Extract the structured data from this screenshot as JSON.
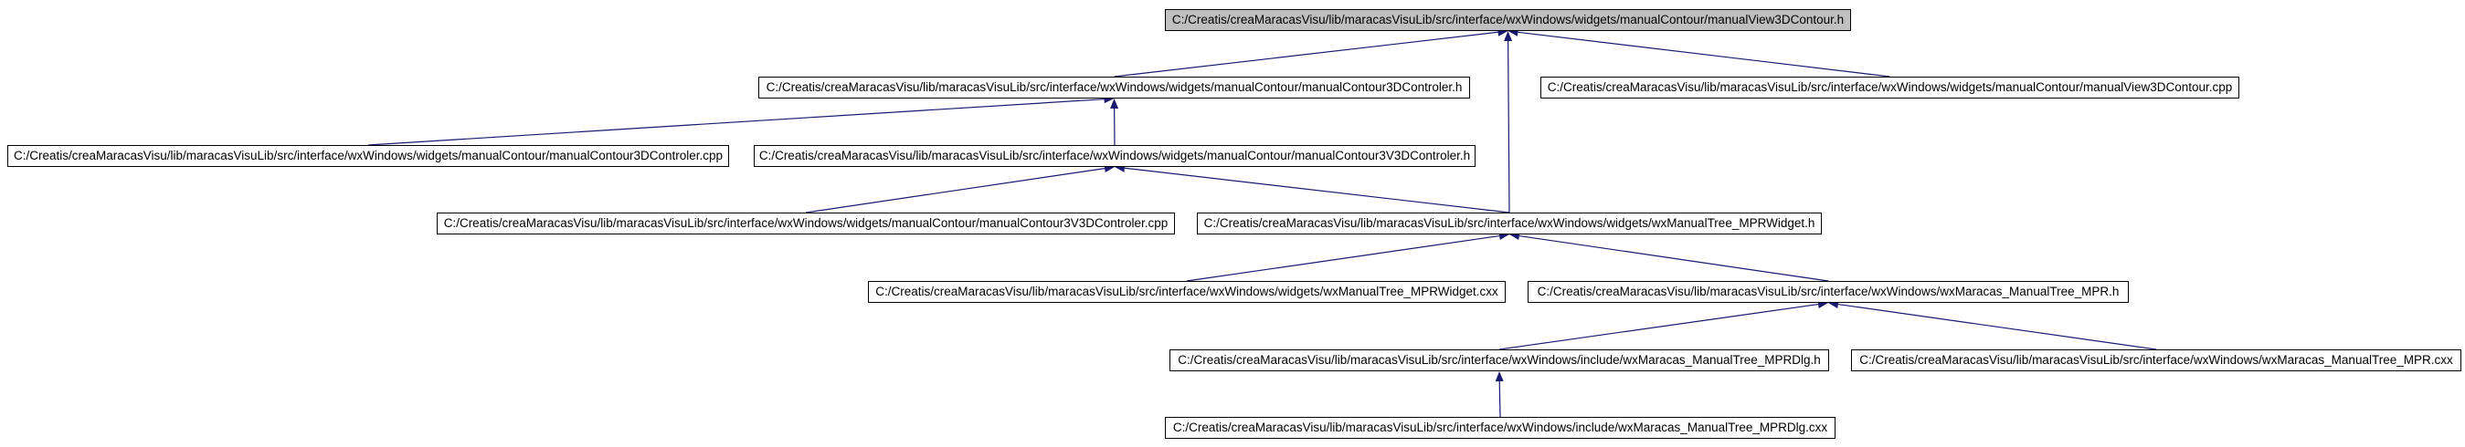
{
  "diagram": {
    "edge_color": "#191970",
    "nodes": [
      {
        "id": "n0",
        "label": "C:/Creatis/creaMaracasVisu/lib/maracasVisuLib/src/interface/wxWindows/widgets/manualContour/manualView3DContour.h",
        "highlighted": true
      },
      {
        "id": "n1",
        "label": "C:/Creatis/creaMaracasVisu/lib/maracasVisuLib/src/interface/wxWindows/widgets/manualContour/manualContour3DControler.h"
      },
      {
        "id": "n2",
        "label": "C:/Creatis/creaMaracasVisu/lib/maracasVisuLib/src/interface/wxWindows/widgets/manualContour/manualView3DContour.cpp"
      },
      {
        "id": "n3",
        "label": "C:/Creatis/creaMaracasVisu/lib/maracasVisuLib/src/interface/wxWindows/widgets/manualContour/manualContour3DControler.cpp"
      },
      {
        "id": "n4",
        "label": "C:/Creatis/creaMaracasVisu/lib/maracasVisuLib/src/interface/wxWindows/widgets/manualContour/manualContour3V3DControler.h"
      },
      {
        "id": "n5",
        "label": "C:/Creatis/creaMaracasVisu/lib/maracasVisuLib/src/interface/wxWindows/widgets/manualContour/manualContour3V3DControler.cpp"
      },
      {
        "id": "n6",
        "label": "C:/Creatis/creaMaracasVisu/lib/maracasVisuLib/src/interface/wxWindows/widgets/wxManualTree_MPRWidget.h"
      },
      {
        "id": "n7",
        "label": "C:/Creatis/creaMaracasVisu/lib/maracasVisuLib/src/interface/wxWindows/widgets/wxManualTree_MPRWidget.cxx"
      },
      {
        "id": "n8",
        "label": "C:/Creatis/creaMaracasVisu/lib/maracasVisuLib/src/interface/wxWindows/wxMaracas_ManualTree_MPR.h"
      },
      {
        "id": "n9",
        "label": "C:/Creatis/creaMaracasVisu/lib/maracasVisuLib/src/interface/wxWindows/include/wxMaracas_ManualTree_MPRDlg.h"
      },
      {
        "id": "n10",
        "label": "C:/Creatis/creaMaracasVisu/lib/maracasVisuLib/src/interface/wxWindows/wxMaracas_ManualTree_MPR.cxx"
      },
      {
        "id": "n11",
        "label": "C:/Creatis/creaMaracasVisu/lib/maracasVisuLib/src/interface/wxWindows/include/wxMaracas_ManualTree_MPRDlg.cxx"
      }
    ],
    "edges": [
      {
        "from": "n1",
        "to": "n0"
      },
      {
        "from": "n2",
        "to": "n0"
      },
      {
        "from": "n6",
        "to": "n0"
      },
      {
        "from": "n3",
        "to": "n1"
      },
      {
        "from": "n4",
        "to": "n1"
      },
      {
        "from": "n5",
        "to": "n4"
      },
      {
        "from": "n6",
        "to": "n4"
      },
      {
        "from": "n7",
        "to": "n6"
      },
      {
        "from": "n8",
        "to": "n6"
      },
      {
        "from": "n9",
        "to": "n8"
      },
      {
        "from": "n10",
        "to": "n8"
      },
      {
        "from": "n11",
        "to": "n9"
      }
    ]
  }
}
